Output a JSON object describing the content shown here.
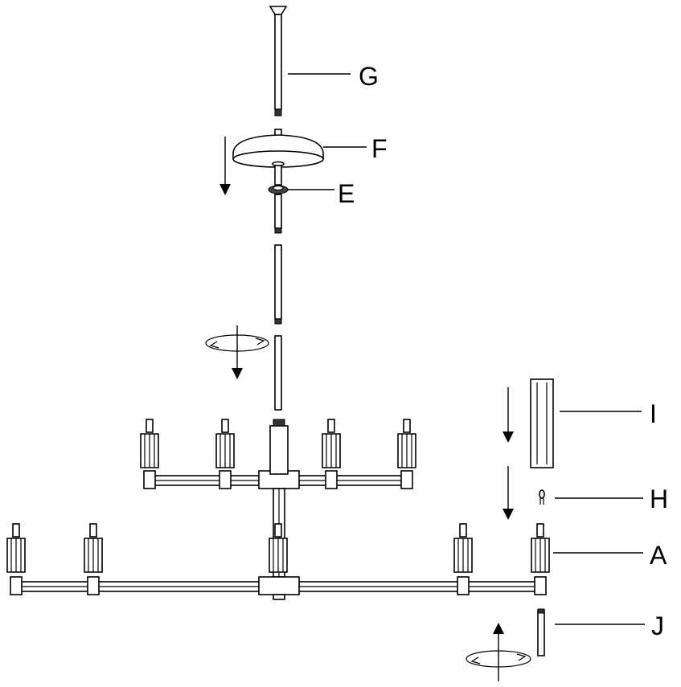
{
  "callouts": [
    {
      "letter": "G"
    },
    {
      "letter": "F"
    },
    {
      "letter": "E"
    },
    {
      "letter": "I"
    },
    {
      "letter": "H"
    },
    {
      "letter": "A"
    },
    {
      "letter": "J"
    }
  ]
}
